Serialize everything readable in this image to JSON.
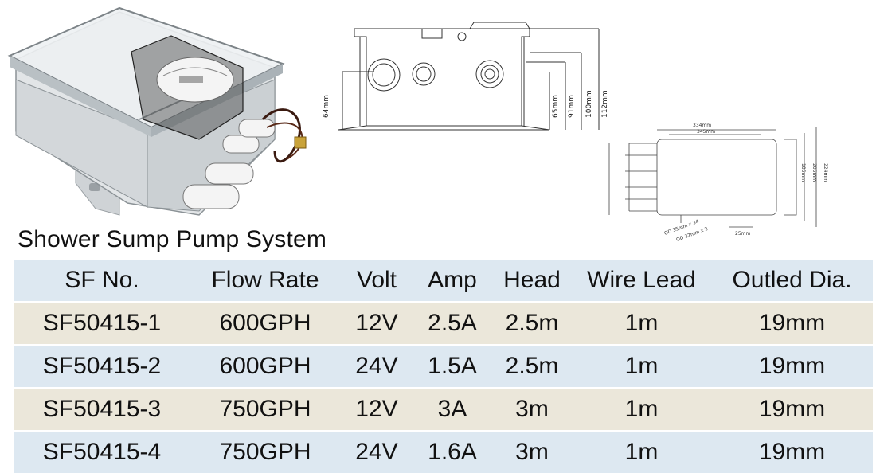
{
  "title": "Shower Sump Pump System",
  "drawing_front": {
    "dims": [
      "64mm",
      "65mm",
      "91mm",
      "100mm",
      "112mm"
    ]
  },
  "drawing_top": {
    "dims": [
      "334mm",
      "345mm",
      "185mm",
      "205mm",
      "224mm",
      "25mm",
      "OD 35mm x 34",
      "OD 32mm x 2"
    ]
  },
  "table": {
    "headers": [
      "SF No.",
      "Flow Rate",
      "Volt",
      "Amp",
      "Head",
      "Wire Lead",
      "Outled Dia."
    ],
    "rows": [
      [
        "SF50415-1",
        "600GPH",
        "12V",
        "2.5A",
        "2.5m",
        "1m",
        "19mm"
      ],
      [
        "SF50415-2",
        "600GPH",
        "24V",
        "1.5A",
        "2.5m",
        "1m",
        "19mm"
      ],
      [
        "SF50415-3",
        "750GPH",
        "12V",
        "3A",
        "3m",
        "1m",
        "19mm"
      ],
      [
        "SF50415-4",
        "750GPH",
        "24V",
        "1.6A",
        "3m",
        "1m",
        "19mm"
      ]
    ]
  },
  "colors": {
    "header_row": "#dde8f1",
    "row_odd": "#ebe7da",
    "row_even": "#dde8f1"
  }
}
